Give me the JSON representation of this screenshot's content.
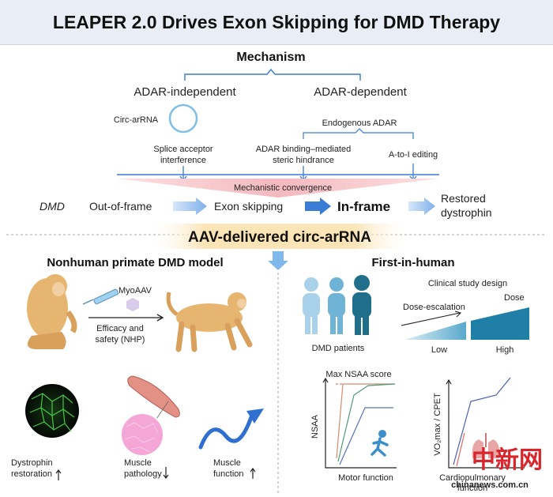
{
  "title": "LEAPER 2.0 Drives Exon Skipping for DMD Therapy",
  "mechanism": {
    "heading": "Mechanism",
    "adar_independent": "ADAR-independent",
    "adar_dependent": "ADAR-dependent",
    "circ_arrna": "Circ-arRNA",
    "endogenous_adar": "Endogenous ADAR",
    "splice_acceptor": [
      "Splice acceptor",
      "interference"
    ],
    "steric_hindrance": [
      "ADAR binding–mediated",
      "steric hindrance"
    ],
    "a_to_i": "A-to-I editing",
    "convergence": "Mechanistic convergence"
  },
  "pathway": {
    "dmd": "DMD",
    "out_of_frame": "Out-of-frame",
    "exon_skipping": "Exon skipping",
    "in_frame": "In-frame",
    "restored": [
      "Restored",
      "dystrophin"
    ]
  },
  "delivery_banner": "AAV-delivered circ-arRNA",
  "nhp": {
    "heading": "Nonhuman primate DMD model",
    "myoaav": "MyoAAV",
    "efficacy": [
      "Efficacy and",
      "safety (NHP)"
    ],
    "dystrophin": [
      "Dystrophin",
      "restoration"
    ],
    "pathology": [
      "Muscle",
      "pathology"
    ],
    "function": [
      "Muscle",
      "function"
    ]
  },
  "human": {
    "heading": "First-in-human",
    "patients": "DMD patients",
    "study_design": "Clinical study design",
    "dose_escalation": "Dose-escalation",
    "dose": "Dose",
    "low": "Low",
    "high": "High",
    "max_nsaa": "Max NSAA score",
    "nsaa": "NSAA",
    "motor_function": "Motor function",
    "vo2": "VO₂max / CPET",
    "cardio": [
      "Cardiopulmonary",
      "function"
    ]
  },
  "watermark": {
    "logo": "中新网",
    "site": "chinanews.com.cn"
  },
  "colors": {
    "title_bg": "#e9eef6",
    "banner_bg": "#fbe9c6",
    "blue_accent": "#3a7bd5",
    "convergence_pink": "#f4c6c8",
    "teal_dark": "#1f6f8b",
    "watermark_red": "#d8262c"
  }
}
